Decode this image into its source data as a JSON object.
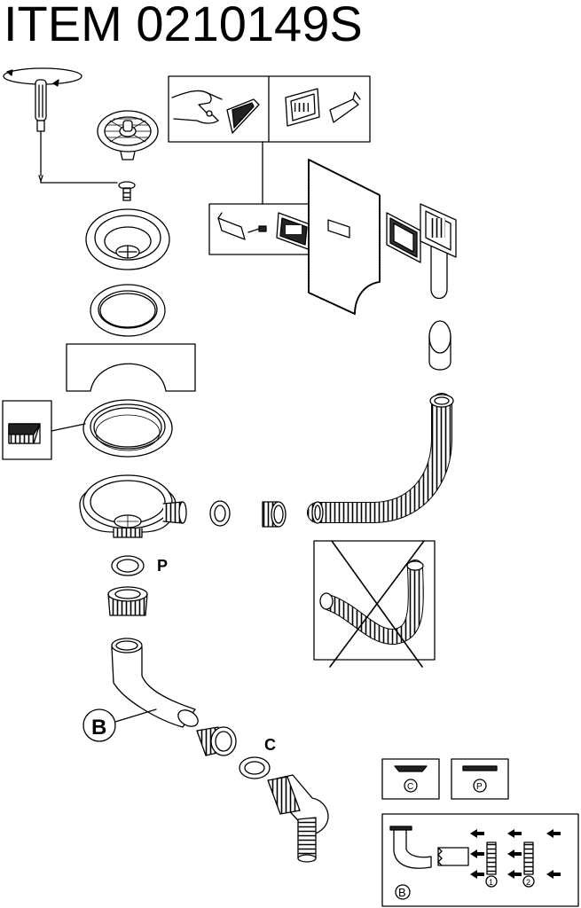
{
  "title": "ITEM 0210149S",
  "labels": {
    "p": "P",
    "c": "C",
    "b_callout": "B",
    "legend_c": "C",
    "legend_p": "P",
    "legend_b": "B",
    "step_1": "1",
    "step_2": "2"
  },
  "colors": {
    "line": "#000000",
    "fill_dark": "#2b2b2b",
    "fill_mid": "#9a9a9a",
    "fill_light": "#d9d9d9",
    "background": "#ffffff"
  },
  "icons": [
    "screwdriver-icon",
    "rotation-arrow-icon",
    "strainer-basket-icon",
    "screw-icon",
    "hand-icon",
    "overflow-plate-icon",
    "corrugated-hose-icon",
    "arrow-left-icon",
    "cross-out-icon"
  ]
}
